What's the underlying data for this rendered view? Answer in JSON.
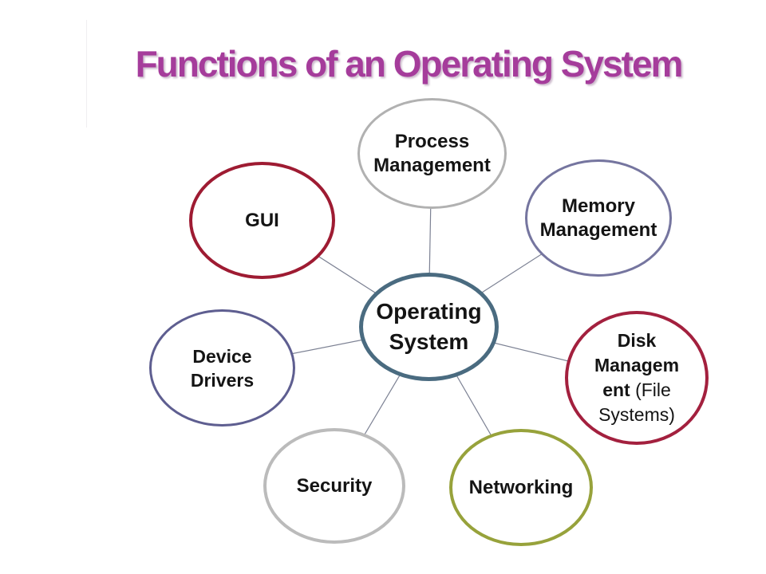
{
  "title": "Functions of an Operating System",
  "colors": {
    "title_text": "#A53C9B",
    "connector_line": "#6E7488",
    "center_border": "#4A6B80",
    "process_border": "#B1B1B1",
    "memory_border": "#75759F",
    "disk_border": "#A3203E",
    "networking_border": "#97A23B",
    "security_border": "#BBBBBB",
    "device_border": "#5E5E90",
    "gui_border": "#9E1B32"
  },
  "nodes": {
    "center": {
      "label": "Operating\nSystem"
    },
    "process": {
      "label": "Process\nManagement"
    },
    "memory": {
      "label": "Memory\nManagement"
    },
    "disk": {
      "line1_bold": "Disk",
      "line2_bold": "Managem",
      "line3_bold": "ent",
      "line3_normal": " (File",
      "line4_normal": "Systems)"
    },
    "networking": {
      "label": "Networking"
    },
    "security": {
      "label": "Security"
    },
    "device": {
      "label": "Device\nDrivers"
    },
    "gui": {
      "label": "GUI"
    }
  }
}
